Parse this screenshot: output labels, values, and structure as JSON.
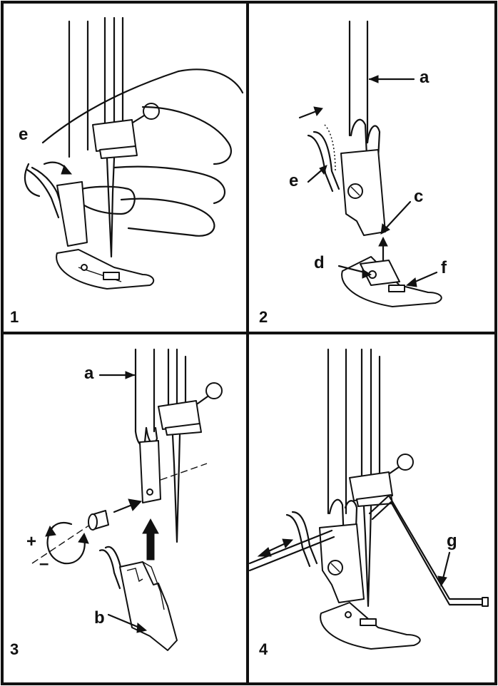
{
  "panels": [
    {
      "number": "1",
      "labels": {
        "e": "e"
      }
    },
    {
      "number": "2",
      "labels": {
        "a": "a",
        "c": "c",
        "d": "d",
        "e": "e",
        "f": "f"
      }
    },
    {
      "number": "3",
      "labels": {
        "a": "a",
        "b": "b",
        "plus": "+",
        "minus": "–"
      }
    },
    {
      "number": "4",
      "labels": {
        "g": "g"
      }
    }
  ],
  "colors": {
    "ink": "#111111",
    "paper": "#ffffff"
  }
}
